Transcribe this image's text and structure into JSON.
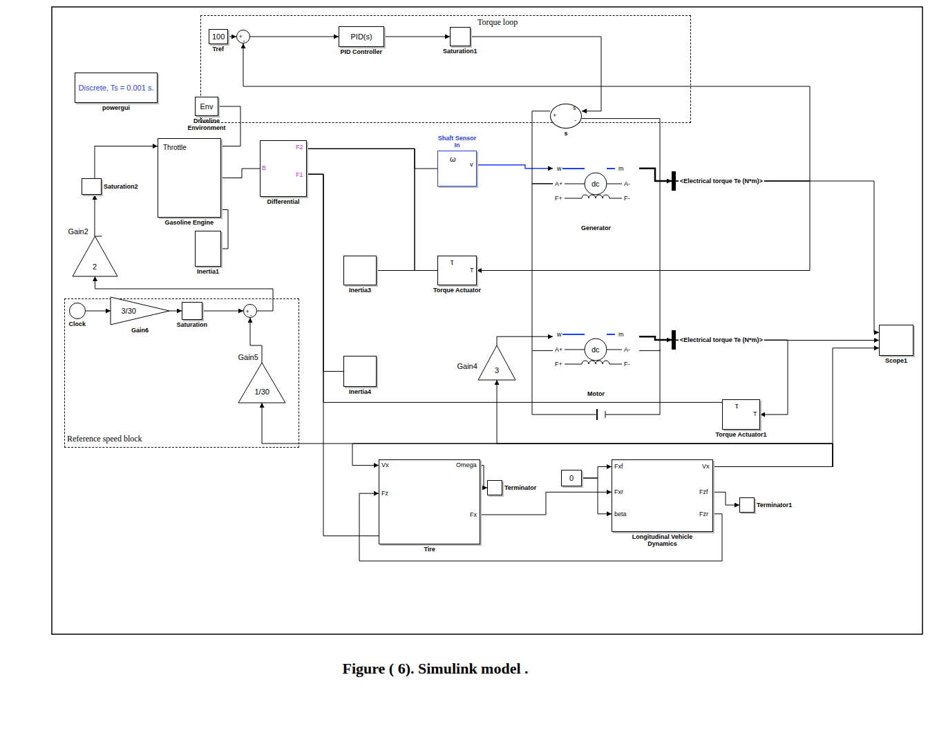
{
  "diagram": {
    "caption": "Figure ( 6). Simulink model .",
    "nodes": [
      {
        "text": [
          "Torque loop"
        ]
      },
      {
        "text": [
          "100",
          "Tref"
        ],
        "in": 0
      },
      {
        "text": [
          "+",
          "-"
        ],
        "in": 0
      },
      {
        "text": [
          "PID(s)",
          "PID Controller"
        ],
        "in": 0
      },
      {
        "text": [
          "Saturation1"
        ],
        "in": 0
      },
      {
        "text": [
          "Discrete, Ts = 0.001 s.",
          "powergui"
        ]
      },
      {
        "text": [
          "Env",
          "Driveline Environment"
        ]
      },
      {
        "text": [
          "Throttle",
          "Gasoline Engine"
        ]
      },
      {
        "text": [
          "Inertia1"
        ]
      },
      {
        "text": [
          "Saturation2"
        ]
      },
      {
        "text": [
          "2",
          "Gain2"
        ]
      },
      {
        "text": [
          "Reference speed block"
        ]
      },
      {
        "text": [
          "Clock"
        ],
        "in": 11
      },
      {
        "text": [
          "3/30",
          "Gain6"
        ],
        "in": 11
      },
      {
        "text": [
          "Saturation"
        ],
        "in": 11
      },
      {
        "text": [
          "+",
          "-"
        ],
        "in": 11
      },
      {
        "text": [
          "1/30",
          "Gain5"
        ],
        "in": 11
      },
      {
        "text": [
          "Differential"
        ]
      },
      {
        "text": [
          "Shaft Sensor In"
        ]
      },
      {
        "text": [
          "Inertia3"
        ]
      },
      {
        "text": [
          "Torque Actuator"
        ]
      },
      {
        "text": [
          "Inertia4"
        ]
      },
      {
        "text": [
          "s"
        ]
      },
      {
        "text": [
          "dc",
          "Generator"
        ]
      },
      {
        "text": [
          "<Electrical torque Te (N*m)>"
        ]
      },
      {
        "text": [
          "dc",
          "Motor"
        ]
      },
      {
        "text": [
          "<Electrical torque Te (N*m)>"
        ]
      },
      {
        "text": [
          "3",
          "Gain4"
        ]
      },
      {
        "text": [
          "Scope1"
        ]
      },
      {
        "text": [
          "Torque Actuator1"
        ]
      },
      {
        "text": [
          "Tire"
        ]
      },
      {
        "text": [
          "Terminator"
        ]
      },
      {
        "text": [
          "0"
        ]
      },
      {
        "text": [
          "Longitudinal Vehicle Dynamics"
        ]
      },
      {
        "text": [
          "Terminator1"
        ]
      }
    ],
    "edges": [
      {
        "from": 1,
        "to": 2,
        "arrow": "to"
      },
      {
        "from": 2,
        "to": 3,
        "arrow": "to"
      },
      {
        "from": 3,
        "to": 4,
        "arrow": "to"
      },
      {
        "from": 4,
        "to": 22,
        "arrow": "to"
      },
      {
        "from": 24,
        "to": 2,
        "arrow": "to"
      },
      {
        "from": 24,
        "to": 20,
        "arrow": "to"
      },
      {
        "from": 24,
        "to": 28,
        "arrow": "to"
      },
      {
        "from": 26,
        "to": 28,
        "arrow": "to"
      },
      {
        "from": 26,
        "to": 29,
        "arrow": "to"
      },
      {
        "from": 33,
        "to": 28,
        "arrow": "to"
      },
      {
        "from": 33,
        "to": 16,
        "arrow": "to"
      },
      {
        "from": 33,
        "to": 27,
        "arrow": "to"
      },
      {
        "from": 33,
        "to": 30,
        "arrow": "to"
      },
      {
        "from": 16,
        "to": 15,
        "arrow": "to"
      },
      {
        "from": 12,
        "to": 13,
        "arrow": "to"
      },
      {
        "from": 13,
        "to": 14,
        "arrow": "to"
      },
      {
        "from": 14,
        "to": 15,
        "arrow": "to"
      },
      {
        "from": 15,
        "to": 10,
        "arrow": "to"
      },
      {
        "from": 10,
        "to": 9,
        "arrow": "to"
      },
      {
        "from": 9,
        "to": 7,
        "arrow": "to"
      },
      {
        "from": 6,
        "to": 7,
        "arrow": "none"
      },
      {
        "from": 7,
        "to": 17,
        "arrow": "none"
      },
      {
        "from": 8,
        "to": 7,
        "arrow": "none"
      },
      {
        "from": 17,
        "to": 18,
        "arrow": "none"
      },
      {
        "from": 17,
        "to": 19,
        "arrow": "none"
      },
      {
        "from": 17,
        "to": 20,
        "arrow": "none"
      },
      {
        "from": 17,
        "to": 21,
        "arrow": "none"
      },
      {
        "from": 17,
        "to": 30,
        "arrow": "none"
      },
      {
        "from": 17,
        "to": 29,
        "arrow": "none"
      },
      {
        "from": 18,
        "to": 23,
        "arrow": "to"
      },
      {
        "from": 27,
        "to": 25,
        "arrow": "to"
      },
      {
        "from": 30,
        "to": 31,
        "arrow": "to"
      },
      {
        "from": 30,
        "to": 33,
        "arrow": "to"
      },
      {
        "from": 33,
        "to": 30,
        "arrow": "to"
      },
      {
        "from": 32,
        "to": 33,
        "arrow": "to"
      },
      {
        "from": 32,
        "to": 33,
        "arrow": "to"
      },
      {
        "from": 33,
        "to": 34,
        "arrow": "to"
      },
      {
        "from": 22,
        "to": 23,
        "arrow": "none"
      },
      {
        "from": 22,
        "to": 25,
        "arrow": "none"
      },
      {
        "from": 23,
        "to": 25,
        "arrow": "none"
      },
      {
        "from": 23,
        "to": 24,
        "arrow": "to"
      },
      {
        "from": 25,
        "to": 26,
        "arrow": "to"
      }
    ],
    "labels": [
      "w",
      "m",
      "A+",
      "A-",
      "F+",
      "F-",
      "w",
      "m",
      "A+",
      "A-",
      "F+",
      "F-",
      "+",
      "s",
      "-",
      "Vx",
      "Fz",
      "Omega",
      "Fx",
      "Fxf",
      "Fxr",
      "beta",
      "Vx",
      "Fzf",
      "Fzr",
      "T",
      "T",
      "v",
      "τ",
      "τ",
      "ω",
      "B",
      "F2",
      "F1"
    ]
  }
}
